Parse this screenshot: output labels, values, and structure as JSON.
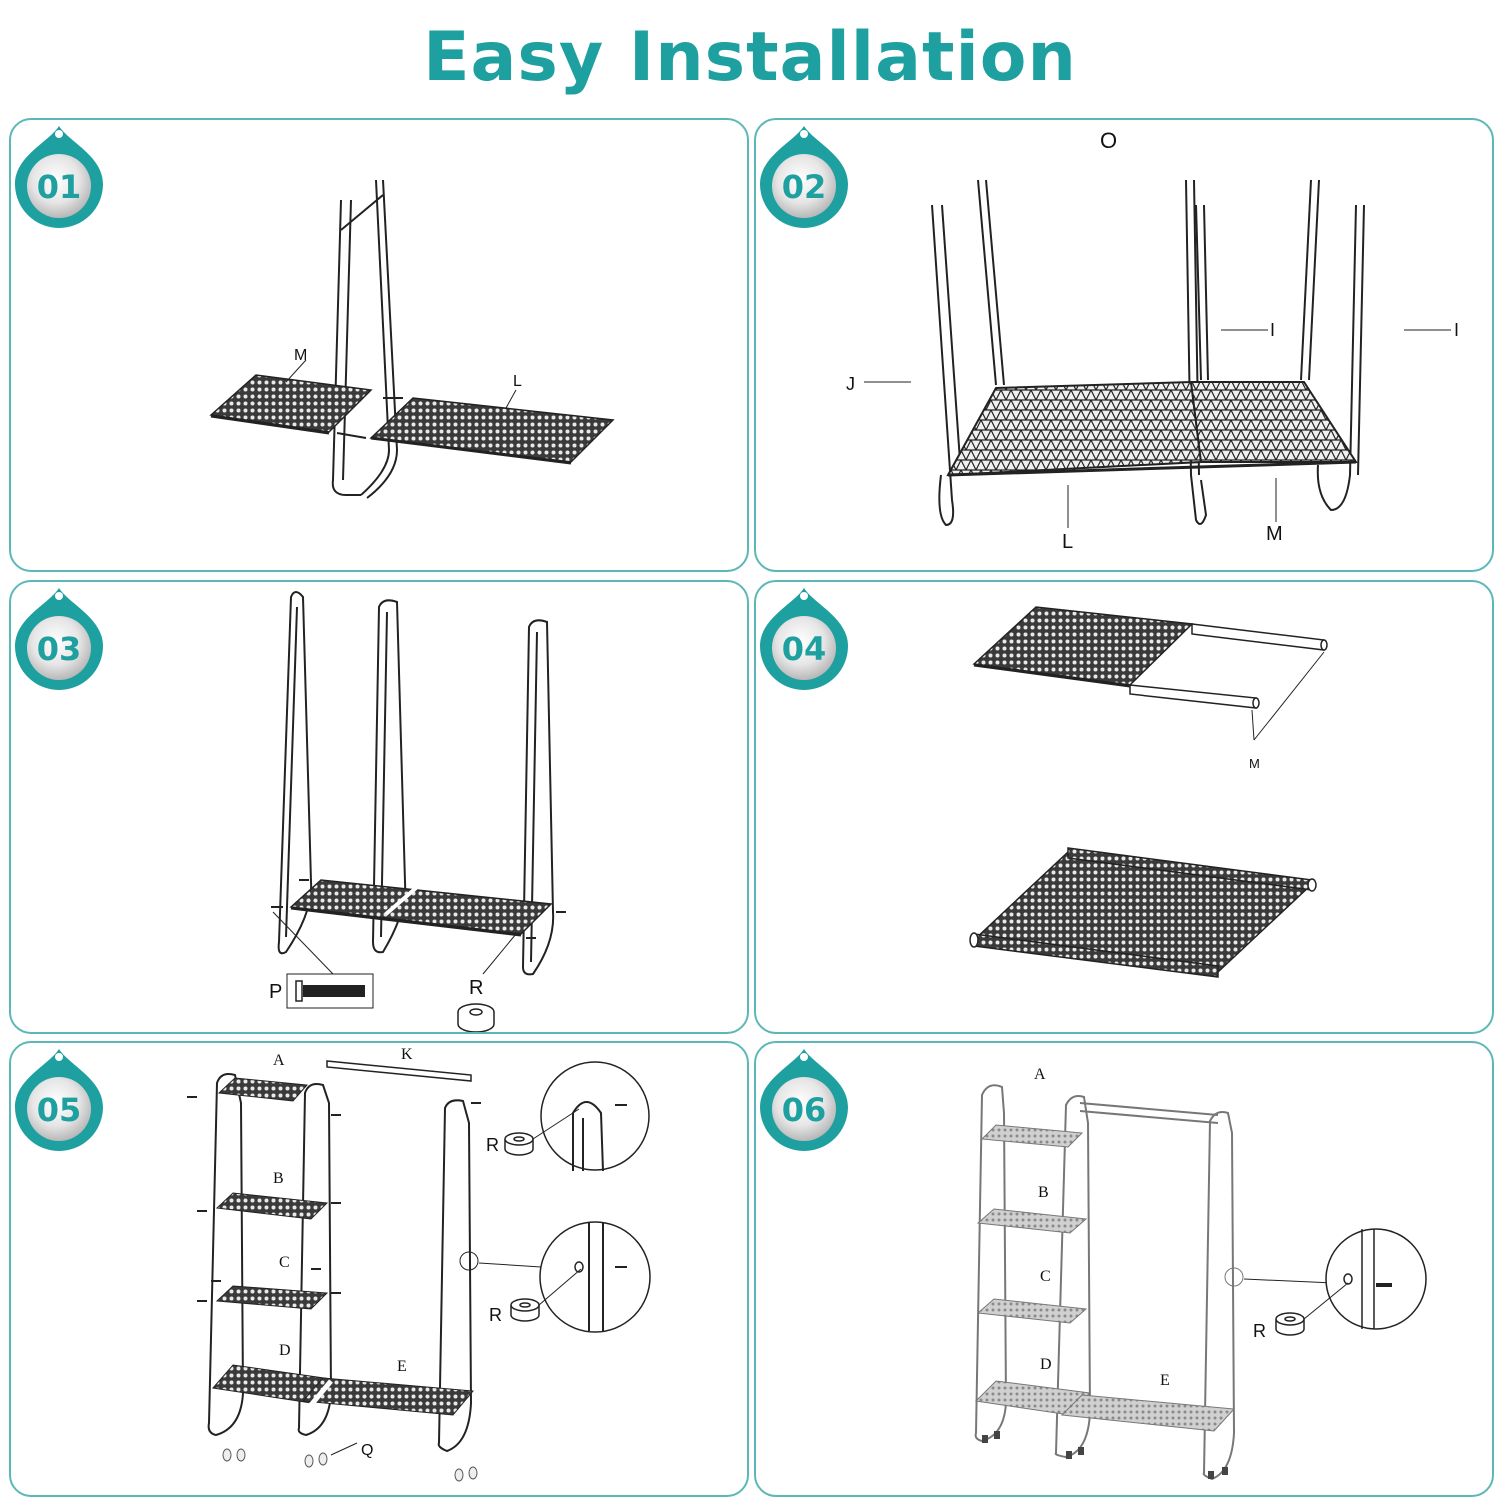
{
  "title": "Easy Installation",
  "brand_color": "#1fa0a0",
  "panels": [
    {
      "step": "01",
      "labels": {
        "m": "M",
        "l": "L"
      }
    },
    {
      "step": "02",
      "labels": {
        "o": "O",
        "i1": "I",
        "i2": "I",
        "j": "J",
        "l": "L",
        "m": "M"
      }
    },
    {
      "step": "03",
      "labels": {
        "p": "P",
        "r": "R"
      }
    },
    {
      "step": "04",
      "labels": {
        "m": "M"
      }
    },
    {
      "step": "05",
      "labels": {
        "a": "A",
        "k": "K",
        "b": "B",
        "c": "C",
        "d": "D",
        "e": "E",
        "r1": "R",
        "r2": "R",
        "q": "Q"
      }
    },
    {
      "step": "06",
      "labels": {
        "a": "A",
        "b": "B",
        "c": "C",
        "d": "D",
        "e": "E",
        "r": "R"
      }
    }
  ]
}
